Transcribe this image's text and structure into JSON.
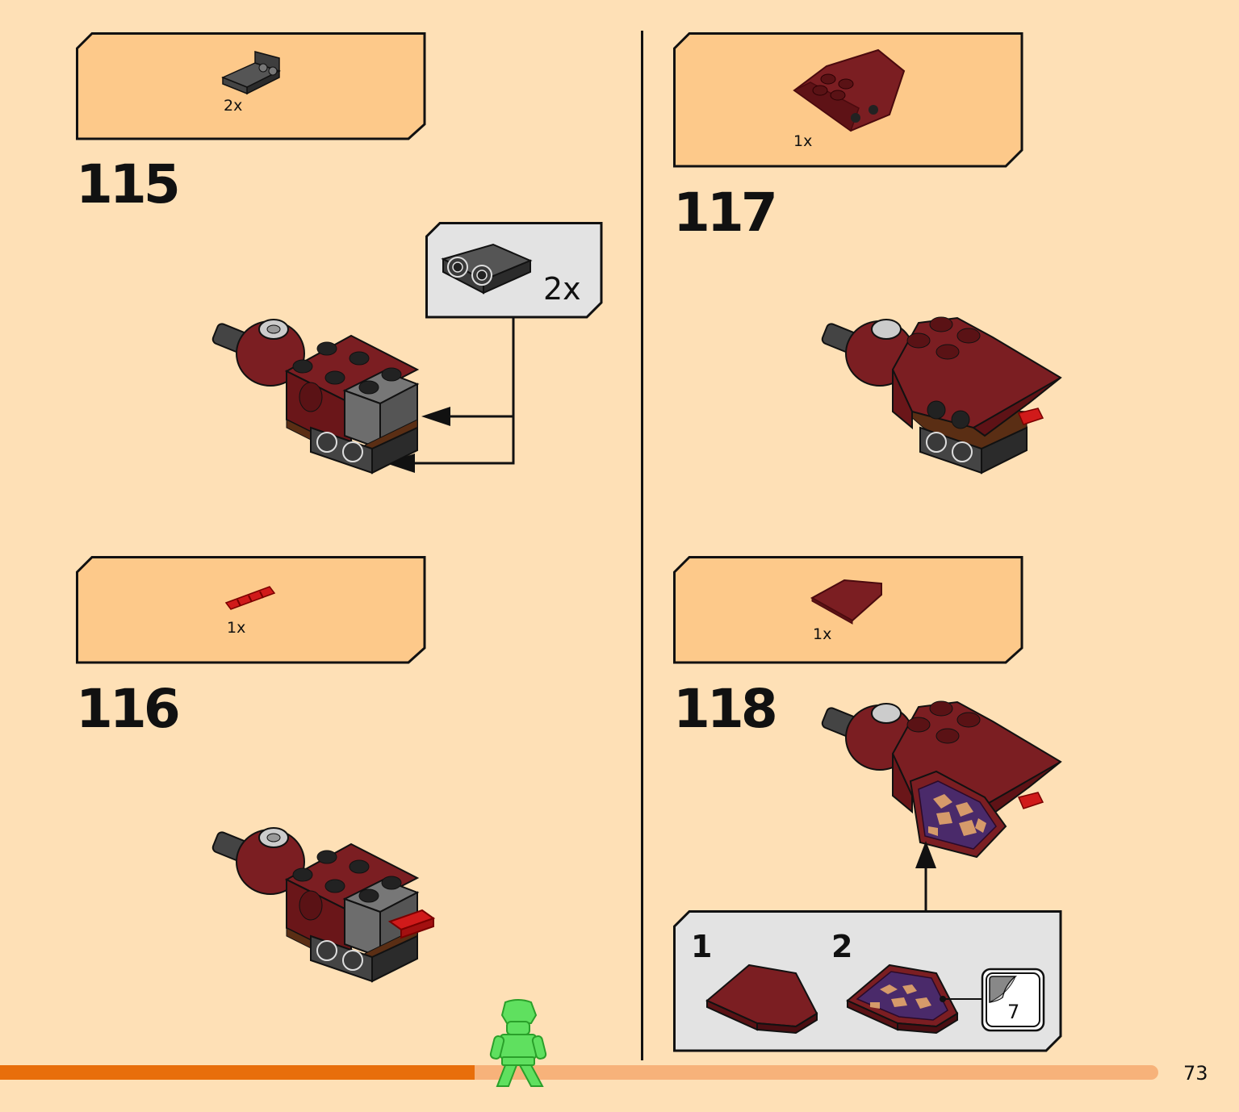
{
  "page": {
    "number": "73",
    "progress_fraction": 0.41
  },
  "colors": {
    "background": "#FEE0B6",
    "parts_box": "#FDC98A",
    "callout_box": "#E3E3E3",
    "dark_red": "#7B1E22",
    "dark_gray": "#3E3E3E",
    "bright_red": "#D01A1A",
    "progress_done": "#E86E0B",
    "progress_remaining": "#F7B27A",
    "minifig_green": "#5FE05F"
  },
  "steps": [
    {
      "number": "115",
      "parts": [
        {
          "qty": "2x",
          "icon": "dark-gray-bracket-plate"
        }
      ],
      "callout": {
        "qty": "2x",
        "icon": "dark-gray-bracket-plate"
      }
    },
    {
      "number": "116",
      "parts": [
        {
          "qty": "1x",
          "icon": "red-bar-holder-clip"
        }
      ]
    },
    {
      "number": "117",
      "parts": [
        {
          "qty": "1x",
          "icon": "dark-red-wedge-slope"
        }
      ]
    },
    {
      "number": "118",
      "parts": [
        {
          "qty": "1x",
          "icon": "dark-red-wedge-tile"
        }
      ],
      "sub_steps": [
        {
          "number": "1",
          "icon": "dark-red-wedge-tile"
        },
        {
          "number": "2",
          "icon": "decorated-wedge-tile"
        }
      ],
      "sticker": {
        "number": "7",
        "icon": "sticker-sheet-icon"
      }
    }
  ]
}
